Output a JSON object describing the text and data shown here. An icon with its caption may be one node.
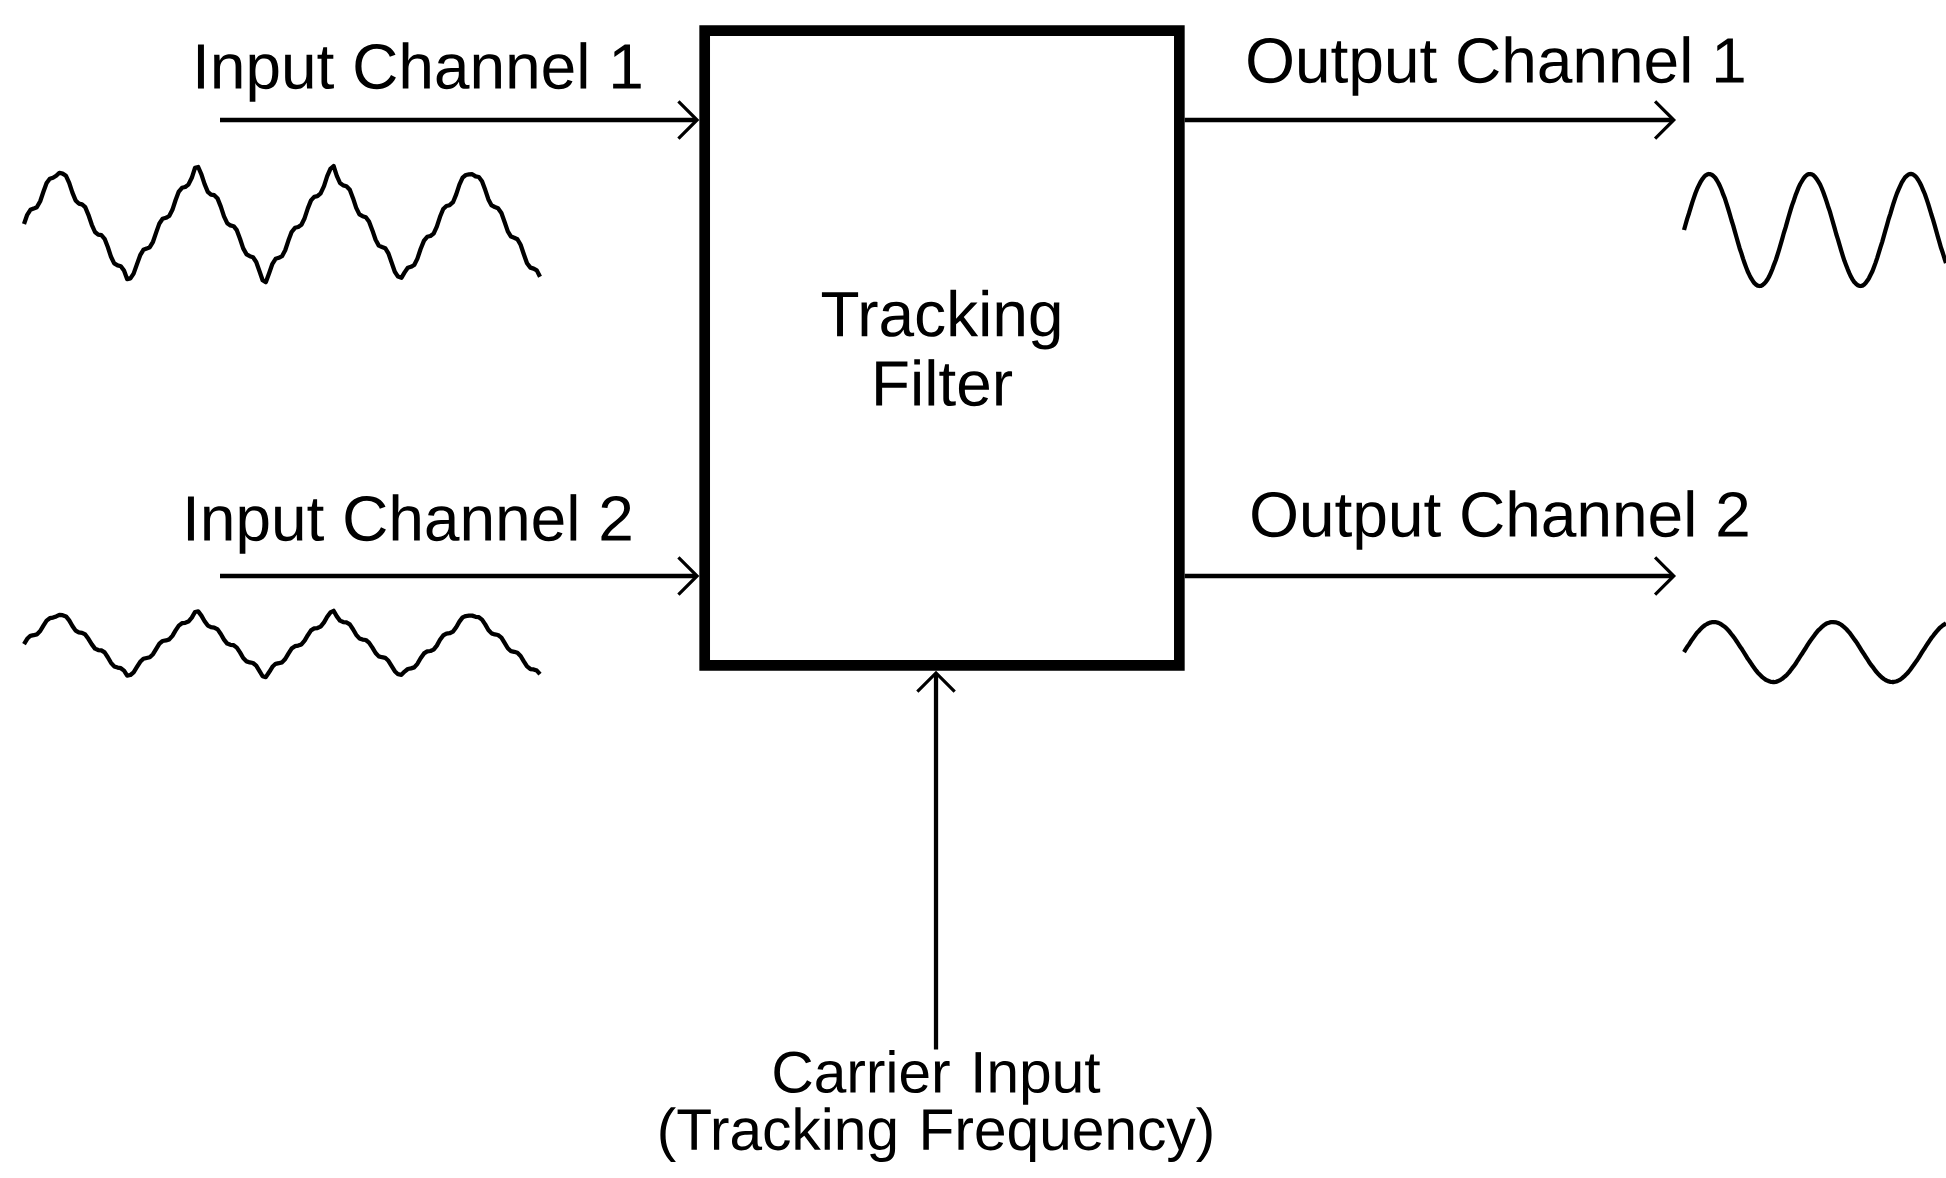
{
  "diagram": {
    "nodes": [
      {
        "text": [
          "Tracking Filter"
        ]
      },
      {
        "text": [
          "Carrier Input (Tracking Frequency)"
        ]
      }
    ],
    "edges": [
      {
        "from": null,
        "to": 0,
        "arrow": "to",
        "label": "Input Channel 1"
      },
      {
        "from": null,
        "to": 0,
        "arrow": "to",
        "label": "Input Channel 2"
      },
      {
        "from": 0,
        "to": null,
        "arrow": "to",
        "label": "Output Channel 1"
      },
      {
        "from": 0,
        "to": null,
        "arrow": "to",
        "label": "Output Channel 2"
      },
      {
        "from": 1,
        "to": 0,
        "arrow": "to"
      }
    ]
  }
}
